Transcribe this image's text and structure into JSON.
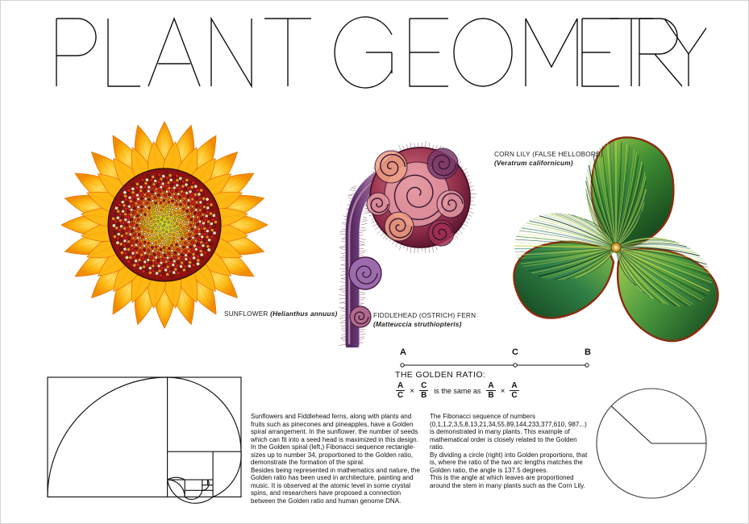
{
  "poster": {
    "title": "PLANT GEOMETRY",
    "background_color": "#ffffff",
    "border_color": "#d2d2d2"
  },
  "specimens": [
    {
      "id": "sunflower",
      "common_name": "SUNFLOWER",
      "scientific_name": "(Helianthus annuus)",
      "caption": "SUNFLOWER (Helianthus annuus)",
      "colors": {
        "petal_light": "#FFD232",
        "petal_mid": "#FDB813",
        "petal_deep": "#F39200",
        "petal_edge": "#E8720C",
        "seed_red": "#D81E1E",
        "seed_darkred": "#8E1212",
        "seed_orange": "#F08C22",
        "seed_green": "#BFD730",
        "seed_cream": "#F5DEB3",
        "seed_outline": "#1a1008"
      }
    },
    {
      "id": "fiddlehead",
      "common_name": "FIDDLEHEAD (OSTRICH) FERN",
      "scientific_name": "(Matteuccia struthiopteris)",
      "caption": "FIDDLEHEAD (OSTRICH) FERN (Matteuccia struthiopteris)",
      "colors": {
        "stem_purple": "#8E5BA0",
        "stem_violet": "#6D4080",
        "crozier_magenta": "#A33152",
        "crozier_pink": "#E59AA4",
        "crozier_salmon": "#EFA184",
        "crozier_plum": "#7A3D6B",
        "crozier_deep": "#6B1F35",
        "outline": "#3a1630"
      }
    },
    {
      "id": "cornlily",
      "common_name": "CORN LILY (FALSE HELLOBORE)",
      "scientific_name": "(Veratrum californicum)",
      "caption": "CORN LILY (FALSE HELLOBORE) (Veratrum californicum)",
      "colors": {
        "leaf_green": "#3E8D32",
        "leaf_light": "#8FC34A",
        "leaf_dark": "#17491F",
        "leaf_teal": "#2E7D6B",
        "leaf_yellow": "#C8D64A",
        "outline_red": "#8B2B0E",
        "center": "#C8A23A"
      }
    }
  ],
  "golden_ratio": {
    "point_a": "A",
    "point_c": "C",
    "point_b": "B",
    "heading": "THE GOLDEN RATIO:",
    "fraction_1": {
      "numerator": "A",
      "denominator": "C"
    },
    "fraction_2": {
      "numerator": "C",
      "denominator": "B"
    },
    "fraction_3": {
      "numerator": "A",
      "denominator": "B"
    },
    "fraction_4": {
      "numerator": "A",
      "denominator": "C"
    },
    "operator_1": "×",
    "operator_2": "×",
    "connector": "is the same as"
  },
  "body_text": {
    "left_column": "Sunflowers and Fiddlehead ferns, along with plants and fruits such as pinecones and pineapples, have a Golden spiral arrangement.  In the sunflower, the number of seeds which can fit into a seed head is maximized in this design. In the Golden spiral (left,) Fibonacci sequence rectangle-sizes up to number 34, proportioned to the Golden ratio, demonstrate the formation of the spiral.\nBesides being represented in mathematics and nature, the Golden ratio has been used in architecture, painting and music. It is observed at the atomic level in some crystal spins, and researchers have proposed a connection between the Golden ratio and human genome DNA.",
    "right_column": "The Fibonacci sequence of numbers (0,1,1,2,3,5,8,13,21,34,55,89,144,233,377,610, 987...) is demonstrated in many plants.  This example of mathematical order is closely related to the Golden ratio.\nBy dividing a circle (right) into Golden proportions, that is, where the ratio of the two arc lengths matches the Golden ratio, the angle is 137.5 degrees.\nThis is the angle at which leaves are proportioned around the stem in many plants such as the Corn Lily."
  },
  "diagrams": {
    "golden_spiral": {
      "name": "golden-spiral",
      "description": "Fibonacci rectangle tiling with inscribed quarter-circle spiral",
      "max_fibonacci_number": 34,
      "stroke_color": "#111111"
    },
    "golden_angle_circle": {
      "name": "golden-angle-circle",
      "description": "Circle divided by two radii at the golden angle",
      "angle_degrees": "137.5",
      "stroke_color": "#333333"
    }
  },
  "fibonacci_sequence": [
    0,
    1,
    1,
    2,
    3,
    5,
    8,
    13,
    21,
    34,
    55,
    89,
    144,
    233,
    377,
    610,
    987
  ]
}
